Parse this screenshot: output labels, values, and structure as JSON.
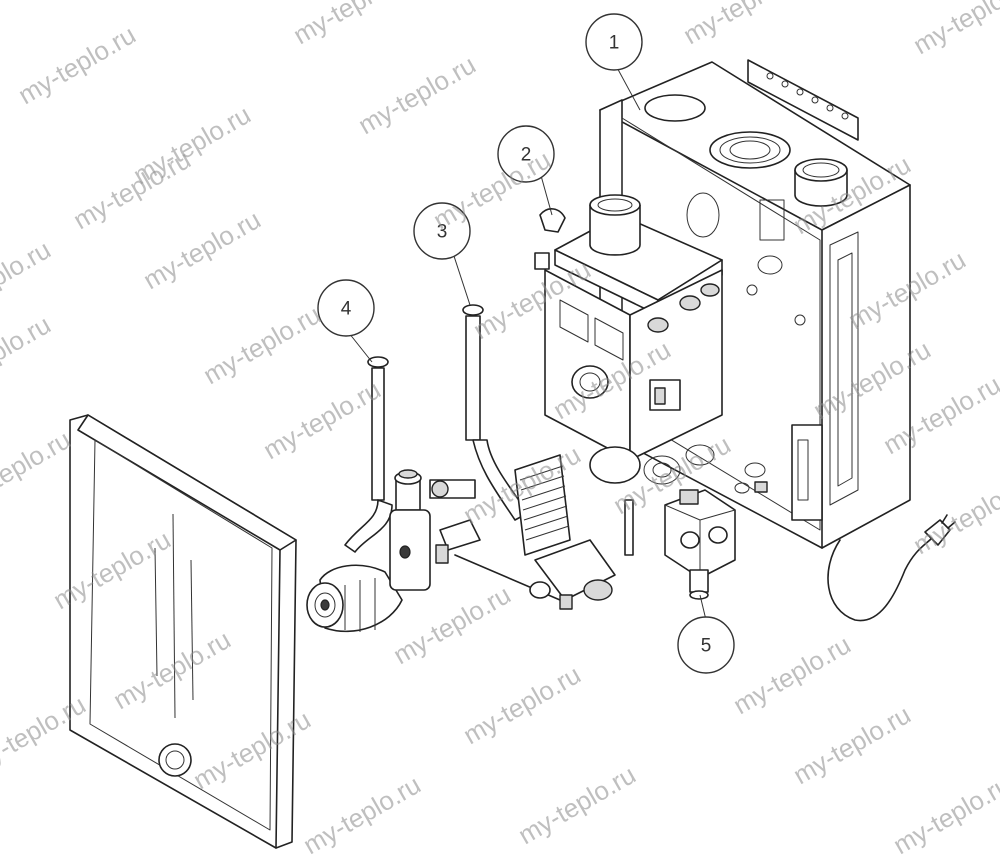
{
  "callouts": [
    "1",
    "2",
    "3",
    "4",
    "5"
  ],
  "watermark": "my-teplo.ru",
  "colors": {
    "line": "#222222",
    "watermark": "#8c8c8c",
    "panel_fill": "#ffffff",
    "shade_fill": "#d9d9d9"
  }
}
